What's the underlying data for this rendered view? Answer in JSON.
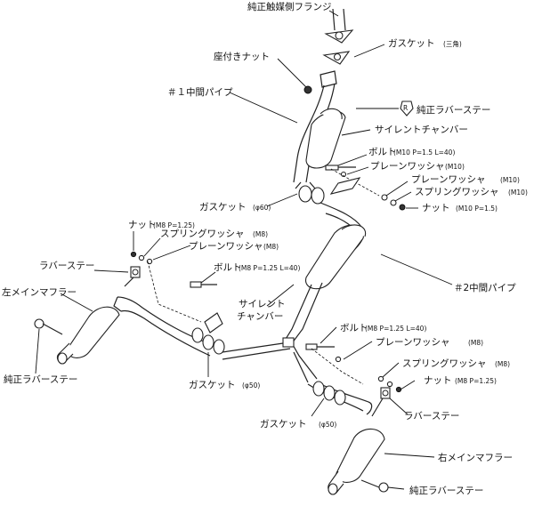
{
  "labels": {
    "catalyst_flange": "純正触媒側フランジ",
    "gasket_triangle": "ガスケット",
    "gasket_triangle_note": "(三角)",
    "seat_nut": "座付きナット",
    "mid_pipe_1": "＃１中間パイプ",
    "oem_rubber_stay_top": "純正ラバーステー",
    "silent_chamber_top": "サイレントチャンバー",
    "bolt_m10": "ボルト",
    "bolt_m10_spec": "(M10 P=1.5 L=40)",
    "plain_washer_m10": "プレーンワッシャ",
    "plain_washer_m10_spec": "(M10)",
    "plain_washer_m10_b": "プレーンワッシャ",
    "plain_washer_m10_b_spec": "(M10)",
    "spring_washer_m10": "スプリングワッシャ",
    "spring_washer_m10_spec": "(M10)",
    "nut_m10": "ナット",
    "nut_m10_spec": "(M10 P=1.5)",
    "gasket_60": "ガスケット",
    "gasket_60_spec": "(φ60)",
    "nut_m8_left": "ナット",
    "nut_m8_left_spec": "(M8 P=1.25)",
    "spring_washer_m8_left": "スプリングワッシャ",
    "spring_washer_m8_left_spec": "(M8)",
    "plain_washer_m8_left": "プレーンワッシャ",
    "plain_washer_m8_left_spec": "(M8)",
    "rubber_stay_left": "ラバーステー",
    "bolt_m8_left": "ボルト",
    "bolt_m8_left_spec": "(M8 P=1.25 L=40)",
    "left_main_muffler": "左メインマフラー",
    "mid_pipe_2": "＃2中間パイプ",
    "silent_chamber_mid_1": "サイレント",
    "silent_chamber_mid_2": "チャンバー",
    "oem_rubber_stay_left": "純正ラバーステー",
    "bolt_m8_right": "ボルト",
    "bolt_m8_right_spec": "(M8 P=1.25 L=40)",
    "plain_washer_m8_right": "プレーンワッシャ",
    "plain_washer_m8_right_spec": "(M8)",
    "spring_washer_m8_right": "スプリングワッシャ",
    "spring_washer_m8_right_spec": "(M8)",
    "nut_m8_right": "ナット",
    "nut_m8_right_spec": "(M8 P=1.25)",
    "gasket_50_left": "ガスケット",
    "gasket_50_left_spec": "(φ50)",
    "gasket_50_right": "ガスケット",
    "gasket_50_right_spec": "(φ50)",
    "rubber_stay_right": "ラバーステー",
    "right_main_muffler": "右メインマフラー",
    "oem_rubber_stay_right": "純正ラバーステー"
  }
}
